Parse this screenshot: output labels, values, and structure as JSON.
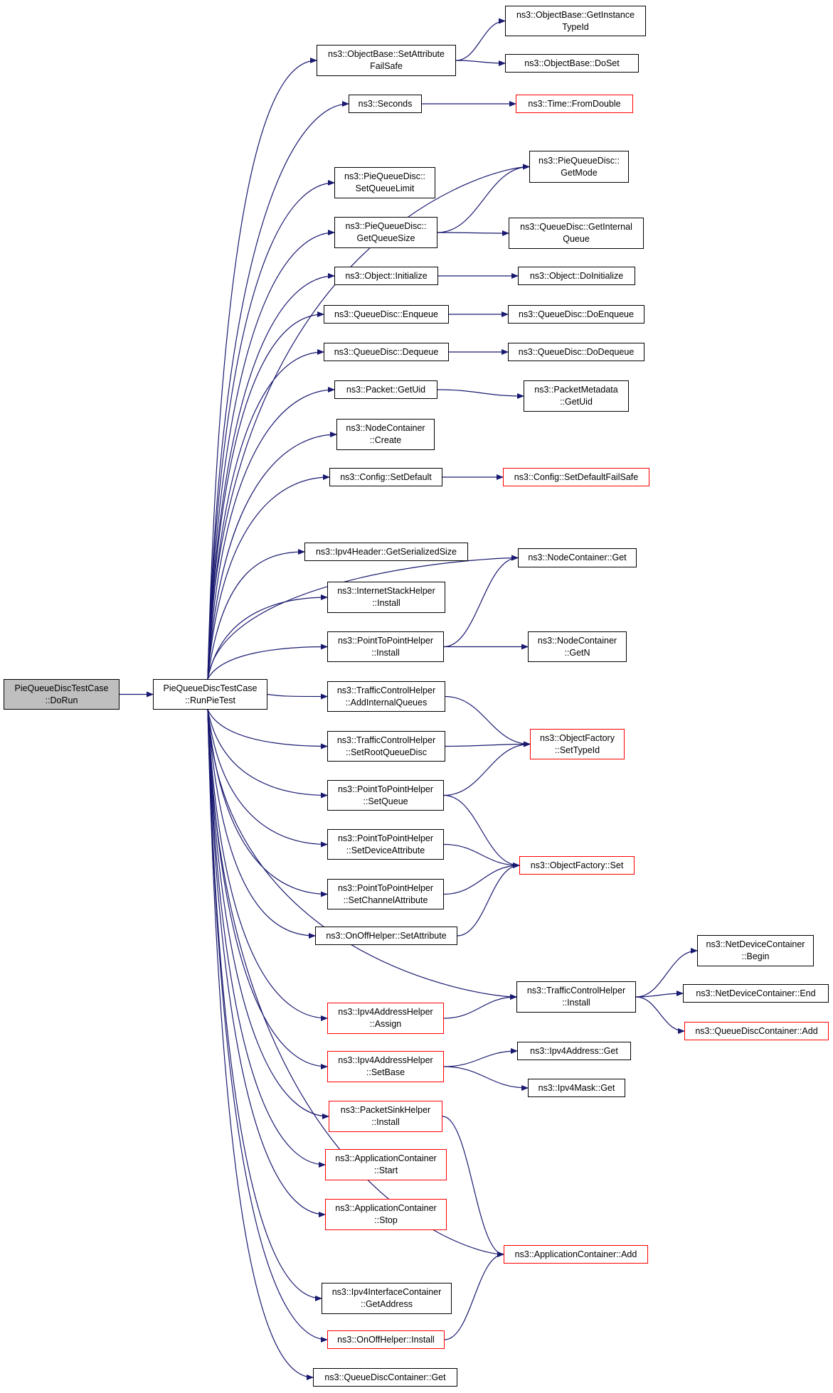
{
  "colors": {
    "edge": "#191970",
    "node_border": "#000000",
    "external_border": "#ff0000",
    "root_fill": "#bfbfbf"
  },
  "nodes": {
    "dorun": {
      "lines": [
        "PieQueueDiscTestCase",
        "::DoRun"
      ],
      "style": "root"
    },
    "runpietest": {
      "lines": [
        "PieQueueDiscTestCase",
        "::RunPieTest"
      ],
      "style": "normal"
    },
    "setattrfs": {
      "lines": [
        "ns3::ObjectBase::SetAttribute",
        "FailSafe"
      ],
      "style": "normal"
    },
    "getinstancetypeid": {
      "lines": [
        "ns3::ObjectBase::GetInstance",
        "TypeId"
      ],
      "style": "normal"
    },
    "doset": {
      "lines": [
        "ns3::ObjectBase::DoSet"
      ],
      "style": "normal"
    },
    "seconds": {
      "lines": [
        "ns3::Seconds"
      ],
      "style": "normal"
    },
    "fromdouble": {
      "lines": [
        "ns3::Time::FromDouble"
      ],
      "style": "external"
    },
    "getmode": {
      "lines": [
        "ns3::PieQueueDisc::",
        "GetMode"
      ],
      "style": "normal"
    },
    "setqueuelimit": {
      "lines": [
        "ns3::PieQueueDisc::",
        "SetQueueLimit"
      ],
      "style": "normal"
    },
    "getqueuesize": {
      "lines": [
        "ns3::PieQueueDisc::",
        "GetQueueSize"
      ],
      "style": "normal"
    },
    "getinternalqueue": {
      "lines": [
        "ns3::QueueDisc::GetInternal",
        "Queue"
      ],
      "style": "normal"
    },
    "initialize": {
      "lines": [
        "ns3::Object::Initialize"
      ],
      "style": "normal"
    },
    "doinitialize": {
      "lines": [
        "ns3::Object::DoInitialize"
      ],
      "style": "normal"
    },
    "enqueue": {
      "lines": [
        "ns3::QueueDisc::Enqueue"
      ],
      "style": "normal"
    },
    "doenqueue": {
      "lines": [
        "ns3::QueueDisc::DoEnqueue"
      ],
      "style": "normal"
    },
    "dequeue": {
      "lines": [
        "ns3::QueueDisc::Dequeue"
      ],
      "style": "normal"
    },
    "dodequeue": {
      "lines": [
        "ns3::QueueDisc::DoDequeue"
      ],
      "style": "normal"
    },
    "packetgetuid": {
      "lines": [
        "ns3::Packet::GetUid"
      ],
      "style": "normal"
    },
    "pmgetuid": {
      "lines": [
        "ns3::PacketMetadata",
        "::GetUid"
      ],
      "style": "normal"
    },
    "nccreate": {
      "lines": [
        "ns3::NodeContainer",
        "::Create"
      ],
      "style": "normal"
    },
    "setdefault": {
      "lines": [
        "ns3::Config::SetDefault"
      ],
      "style": "normal"
    },
    "setdefaultfs": {
      "lines": [
        "ns3::Config::SetDefaultFailSafe"
      ],
      "style": "external"
    },
    "ipv4hdr": {
      "lines": [
        "ns3::Ipv4Header::GetSerializedSize"
      ],
      "style": "normal"
    },
    "ncget": {
      "lines": [
        "ns3::NodeContainer::Get"
      ],
      "style": "normal"
    },
    "ishinstall": {
      "lines": [
        "ns3::InternetStackHelper",
        "::Install"
      ],
      "style": "normal"
    },
    "p2pinstall": {
      "lines": [
        "ns3::PointToPointHelper",
        "::Install"
      ],
      "style": "normal"
    },
    "ncgetn": {
      "lines": [
        "ns3::NodeContainer",
        "::GetN"
      ],
      "style": "normal"
    },
    "addinternalqueues": {
      "lines": [
        "ns3::TrafficControlHelper",
        "::AddInternalQueues"
      ],
      "style": "normal"
    },
    "setrootqueuedisc": {
      "lines": [
        "ns3::TrafficControlHelper",
        "::SetRootQueueDisc"
      ],
      "style": "normal"
    },
    "settypeid": {
      "lines": [
        "ns3::ObjectFactory",
        "::SetTypeId"
      ],
      "style": "external"
    },
    "p2psetqueue": {
      "lines": [
        "ns3::PointToPointHelper",
        "::SetQueue"
      ],
      "style": "normal"
    },
    "p2psetdeviceattr": {
      "lines": [
        "ns3::PointToPointHelper",
        "::SetDeviceAttribute"
      ],
      "style": "normal"
    },
    "ofset": {
      "lines": [
        "ns3::ObjectFactory::Set"
      ],
      "style": "external"
    },
    "p2psetchannelattr": {
      "lines": [
        "ns3::PointToPointHelper",
        "::SetChannelAttribute"
      ],
      "style": "normal"
    },
    "onoffsetattr": {
      "lines": [
        "ns3::OnOffHelper::SetAttribute"
      ],
      "style": "normal"
    },
    "ndcbegin": {
      "lines": [
        "ns3::NetDeviceContainer",
        "::Begin"
      ],
      "style": "normal"
    },
    "tchinstall": {
      "lines": [
        "ns3::TrafficControlHelper",
        "::Install"
      ],
      "style": "normal"
    },
    "ndcend": {
      "lines": [
        "ns3::NetDeviceContainer::End"
      ],
      "style": "normal"
    },
    "ipv4assign": {
      "lines": [
        "ns3::Ipv4AddressHelper",
        "::Assign"
      ],
      "style": "external"
    },
    "qdcadd": {
      "lines": [
        "ns3::QueueDiscContainer::Add"
      ],
      "style": "external"
    },
    "ipv4setbase": {
      "lines": [
        "ns3::Ipv4AddressHelper",
        "::SetBase"
      ],
      "style": "external"
    },
    "ipv4addrget": {
      "lines": [
        "ns3::Ipv4Address::Get"
      ],
      "style": "normal"
    },
    "ipv4maskget": {
      "lines": [
        "ns3::Ipv4Mask::Get"
      ],
      "style": "normal"
    },
    "psinstall": {
      "lines": [
        "ns3::PacketSinkHelper",
        "::Install"
      ],
      "style": "external"
    },
    "acstart": {
      "lines": [
        "ns3::ApplicationContainer",
        "::Start"
      ],
      "style": "external"
    },
    "acstop": {
      "lines": [
        "ns3::ApplicationContainer",
        "::Stop"
      ],
      "style": "external"
    },
    "acadd": {
      "lines": [
        "ns3::ApplicationContainer::Add"
      ],
      "style": "external"
    },
    "iicgetaddress": {
      "lines": [
        "ns3::Ipv4InterfaceContainer",
        "::GetAddress"
      ],
      "style": "normal"
    },
    "onoffinstall": {
      "lines": [
        "ns3::OnOffHelper::Install"
      ],
      "style": "external"
    },
    "qdcget": {
      "lines": [
        "ns3::QueueDiscContainer::Get"
      ],
      "style": "normal"
    }
  },
  "edges": [
    [
      "dorun",
      "runpietest"
    ],
    [
      "runpietest",
      "setattrfs"
    ],
    [
      "runpietest",
      "seconds"
    ],
    [
      "runpietest",
      "getmode"
    ],
    [
      "runpietest",
      "setqueuelimit"
    ],
    [
      "runpietest",
      "getqueuesize"
    ],
    [
      "runpietest",
      "initialize"
    ],
    [
      "runpietest",
      "enqueue"
    ],
    [
      "runpietest",
      "dequeue"
    ],
    [
      "runpietest",
      "packetgetuid"
    ],
    [
      "runpietest",
      "nccreate"
    ],
    [
      "runpietest",
      "setdefault"
    ],
    [
      "runpietest",
      "ncget"
    ],
    [
      "runpietest",
      "ipv4hdr"
    ],
    [
      "runpietest",
      "ishinstall"
    ],
    [
      "runpietest",
      "p2pinstall"
    ],
    [
      "runpietest",
      "addinternalqueues"
    ],
    [
      "runpietest",
      "setrootqueuedisc"
    ],
    [
      "runpietest",
      "p2psetqueue"
    ],
    [
      "runpietest",
      "p2psetdeviceattr"
    ],
    [
      "runpietest",
      "p2psetchannelattr"
    ],
    [
      "runpietest",
      "onoffsetattr"
    ],
    [
      "runpietest",
      "tchinstall"
    ],
    [
      "runpietest",
      "ipv4assign"
    ],
    [
      "runpietest",
      "ipv4setbase"
    ],
    [
      "runpietest",
      "psinstall"
    ],
    [
      "runpietest",
      "acstart"
    ],
    [
      "runpietest",
      "acstop"
    ],
    [
      "runpietest",
      "acadd"
    ],
    [
      "runpietest",
      "iicgetaddress"
    ],
    [
      "runpietest",
      "onoffinstall"
    ],
    [
      "runpietest",
      "qdcget"
    ],
    [
      "setattrfs",
      "getinstancetypeid"
    ],
    [
      "setattrfs",
      "doset"
    ],
    [
      "seconds",
      "fromdouble"
    ],
    [
      "getqueuesize",
      "getmode"
    ],
    [
      "getqueuesize",
      "getinternalqueue"
    ],
    [
      "initialize",
      "doinitialize"
    ],
    [
      "enqueue",
      "doenqueue"
    ],
    [
      "dequeue",
      "dodequeue"
    ],
    [
      "packetgetuid",
      "pmgetuid"
    ],
    [
      "setdefault",
      "setdefaultfs"
    ],
    [
      "p2pinstall",
      "ncget"
    ],
    [
      "p2pinstall",
      "ncgetn"
    ],
    [
      "addinternalqueues",
      "settypeid"
    ],
    [
      "setrootqueuedisc",
      "settypeid"
    ],
    [
      "p2psetqueue",
      "settypeid"
    ],
    [
      "p2psetqueue",
      "ofset"
    ],
    [
      "p2psetdeviceattr",
      "ofset"
    ],
    [
      "p2psetchannelattr",
      "ofset"
    ],
    [
      "onoffsetattr",
      "ofset"
    ],
    [
      "tchinstall",
      "ndcbegin"
    ],
    [
      "tchinstall",
      "ndcend"
    ],
    [
      "tchinstall",
      "qdcadd"
    ],
    [
      "ipv4assign",
      "tchinstall"
    ],
    [
      "ipv4setbase",
      "ipv4addrget"
    ],
    [
      "ipv4setbase",
      "ipv4maskget"
    ],
    [
      "psinstall",
      "acadd"
    ],
    [
      "onoffinstall",
      "acadd"
    ]
  ]
}
